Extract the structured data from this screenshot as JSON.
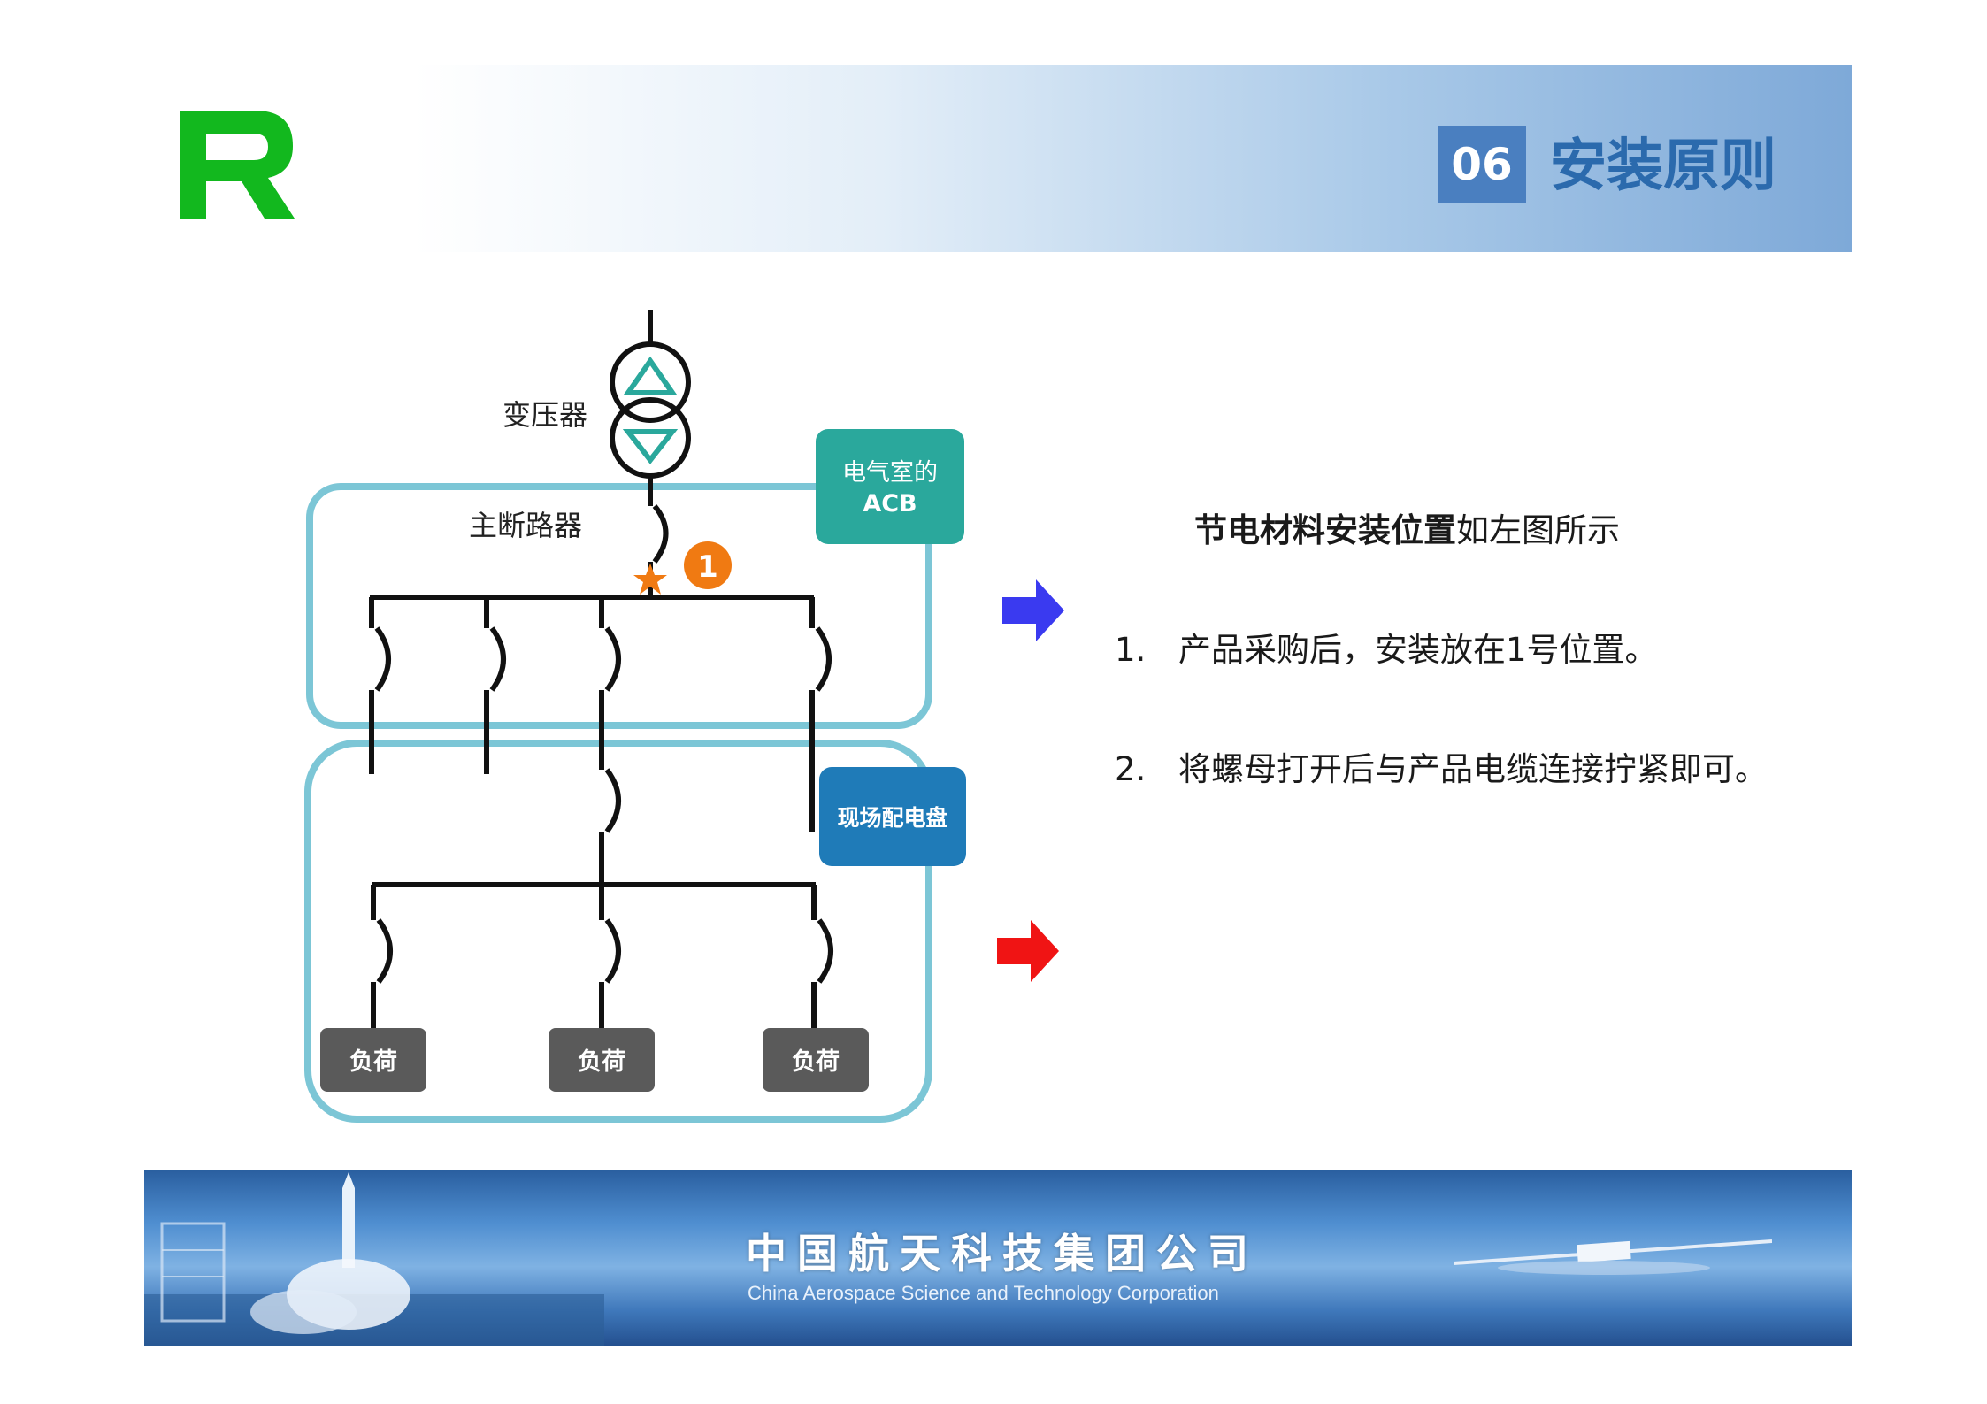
{
  "header": {
    "section_number": "06",
    "section_title": "安装原则"
  },
  "diagram": {
    "transformer_label": "变压器",
    "main_breaker_label": "主断路器",
    "marker_number": "1",
    "acb_box_label_line1": "电气室的",
    "acb_box_label_line2": "ACB",
    "panel_box_label": "现场配电盘",
    "load_labels": [
      "负荷",
      "负荷",
      "负荷"
    ]
  },
  "text": {
    "intro_bold": "节电材料安装位置",
    "intro_rest": "如左图所示",
    "steps": [
      {
        "num": "1.",
        "text": "产品采购后，安装放在1号位置。"
      },
      {
        "num": "2.",
        "text": "将螺母打开后与产品电缆连接拧紧即可。"
      }
    ]
  },
  "footer": {
    "title": "中国航天科技集团公司",
    "subtitle": "China Aerospace Science and Technology Corporation"
  },
  "colors": {
    "logo_green": "#12b81e",
    "badge_blue": "#4a7fc0",
    "title_blue": "#2b6aad",
    "acb_teal": "#2aa89c",
    "panel_blue": "#1f7bb8",
    "frame_cyan": "#7cc6d6",
    "load_gray": "#5a5a5a",
    "marker_orange": "#f07a12",
    "arrow_blue": "#3a3af0",
    "arrow_red": "#f01414"
  }
}
